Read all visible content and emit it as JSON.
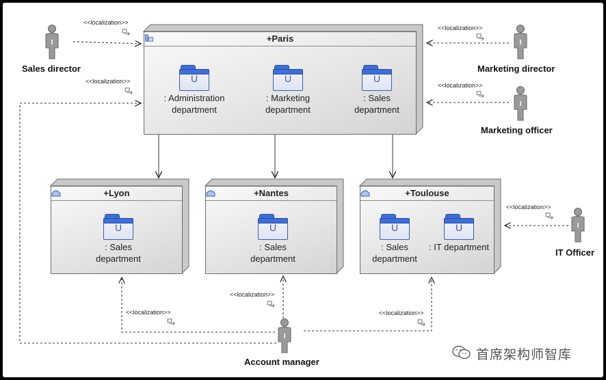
{
  "nodes": {
    "paris": {
      "title": "+Paris",
      "components": [
        {
          "label": ": Administration department"
        },
        {
          "label": ": Marketing department"
        },
        {
          "label": ": Sales department"
        }
      ]
    },
    "lyon": {
      "title": "+Lyon",
      "components": [
        {
          "label": ": Sales department"
        }
      ]
    },
    "nantes": {
      "title": "+Nantes",
      "components": [
        {
          "label": ": Sales department"
        }
      ]
    },
    "toulouse": {
      "title": "+Toulouse",
      "components": [
        {
          "label": ": Sales department"
        },
        {
          "label": ": IT department"
        }
      ]
    }
  },
  "actors": {
    "sales_director": "Sales director",
    "marketing_director": "Marketing director",
    "marketing_officer": "Marketing officer",
    "it_officer": "IT Officer",
    "account_manager": "Account manager"
  },
  "stereotype": "<<localization>>",
  "folder_letter": "U",
  "actor_letter": "I",
  "watermark": "首席架构师智库",
  "colors": {
    "folder_blue": "#3d6fd9",
    "actor_gray": "#8a8a8a",
    "node_border": "#6d6d6d"
  }
}
